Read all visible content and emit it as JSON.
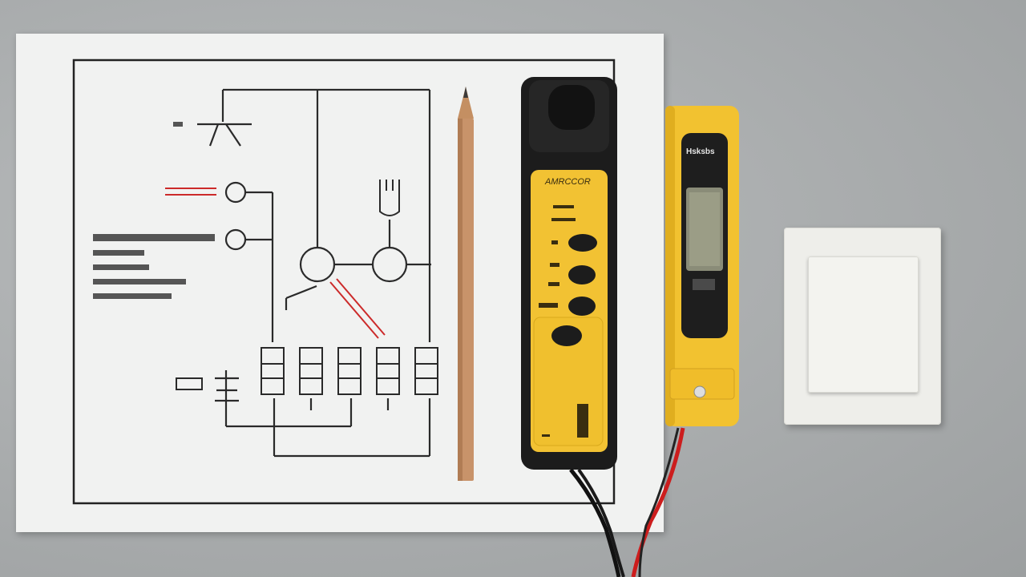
{
  "scene": {
    "description_items": [
      "wiring-diagram-paper",
      "pencil",
      "clamp-multimeter",
      "voltage-tester",
      "wall-light-switch",
      "test-leads"
    ]
  },
  "clamp_meter": {
    "label": "AMRCCOR"
  },
  "voltage_tester": {
    "brand": "Hsksbs"
  },
  "colors": {
    "meter_yellow": "#f2c233",
    "meter_black": "#1c1c1c",
    "wire_red": "#cc1d1d",
    "background_gray": "#a9acad"
  }
}
